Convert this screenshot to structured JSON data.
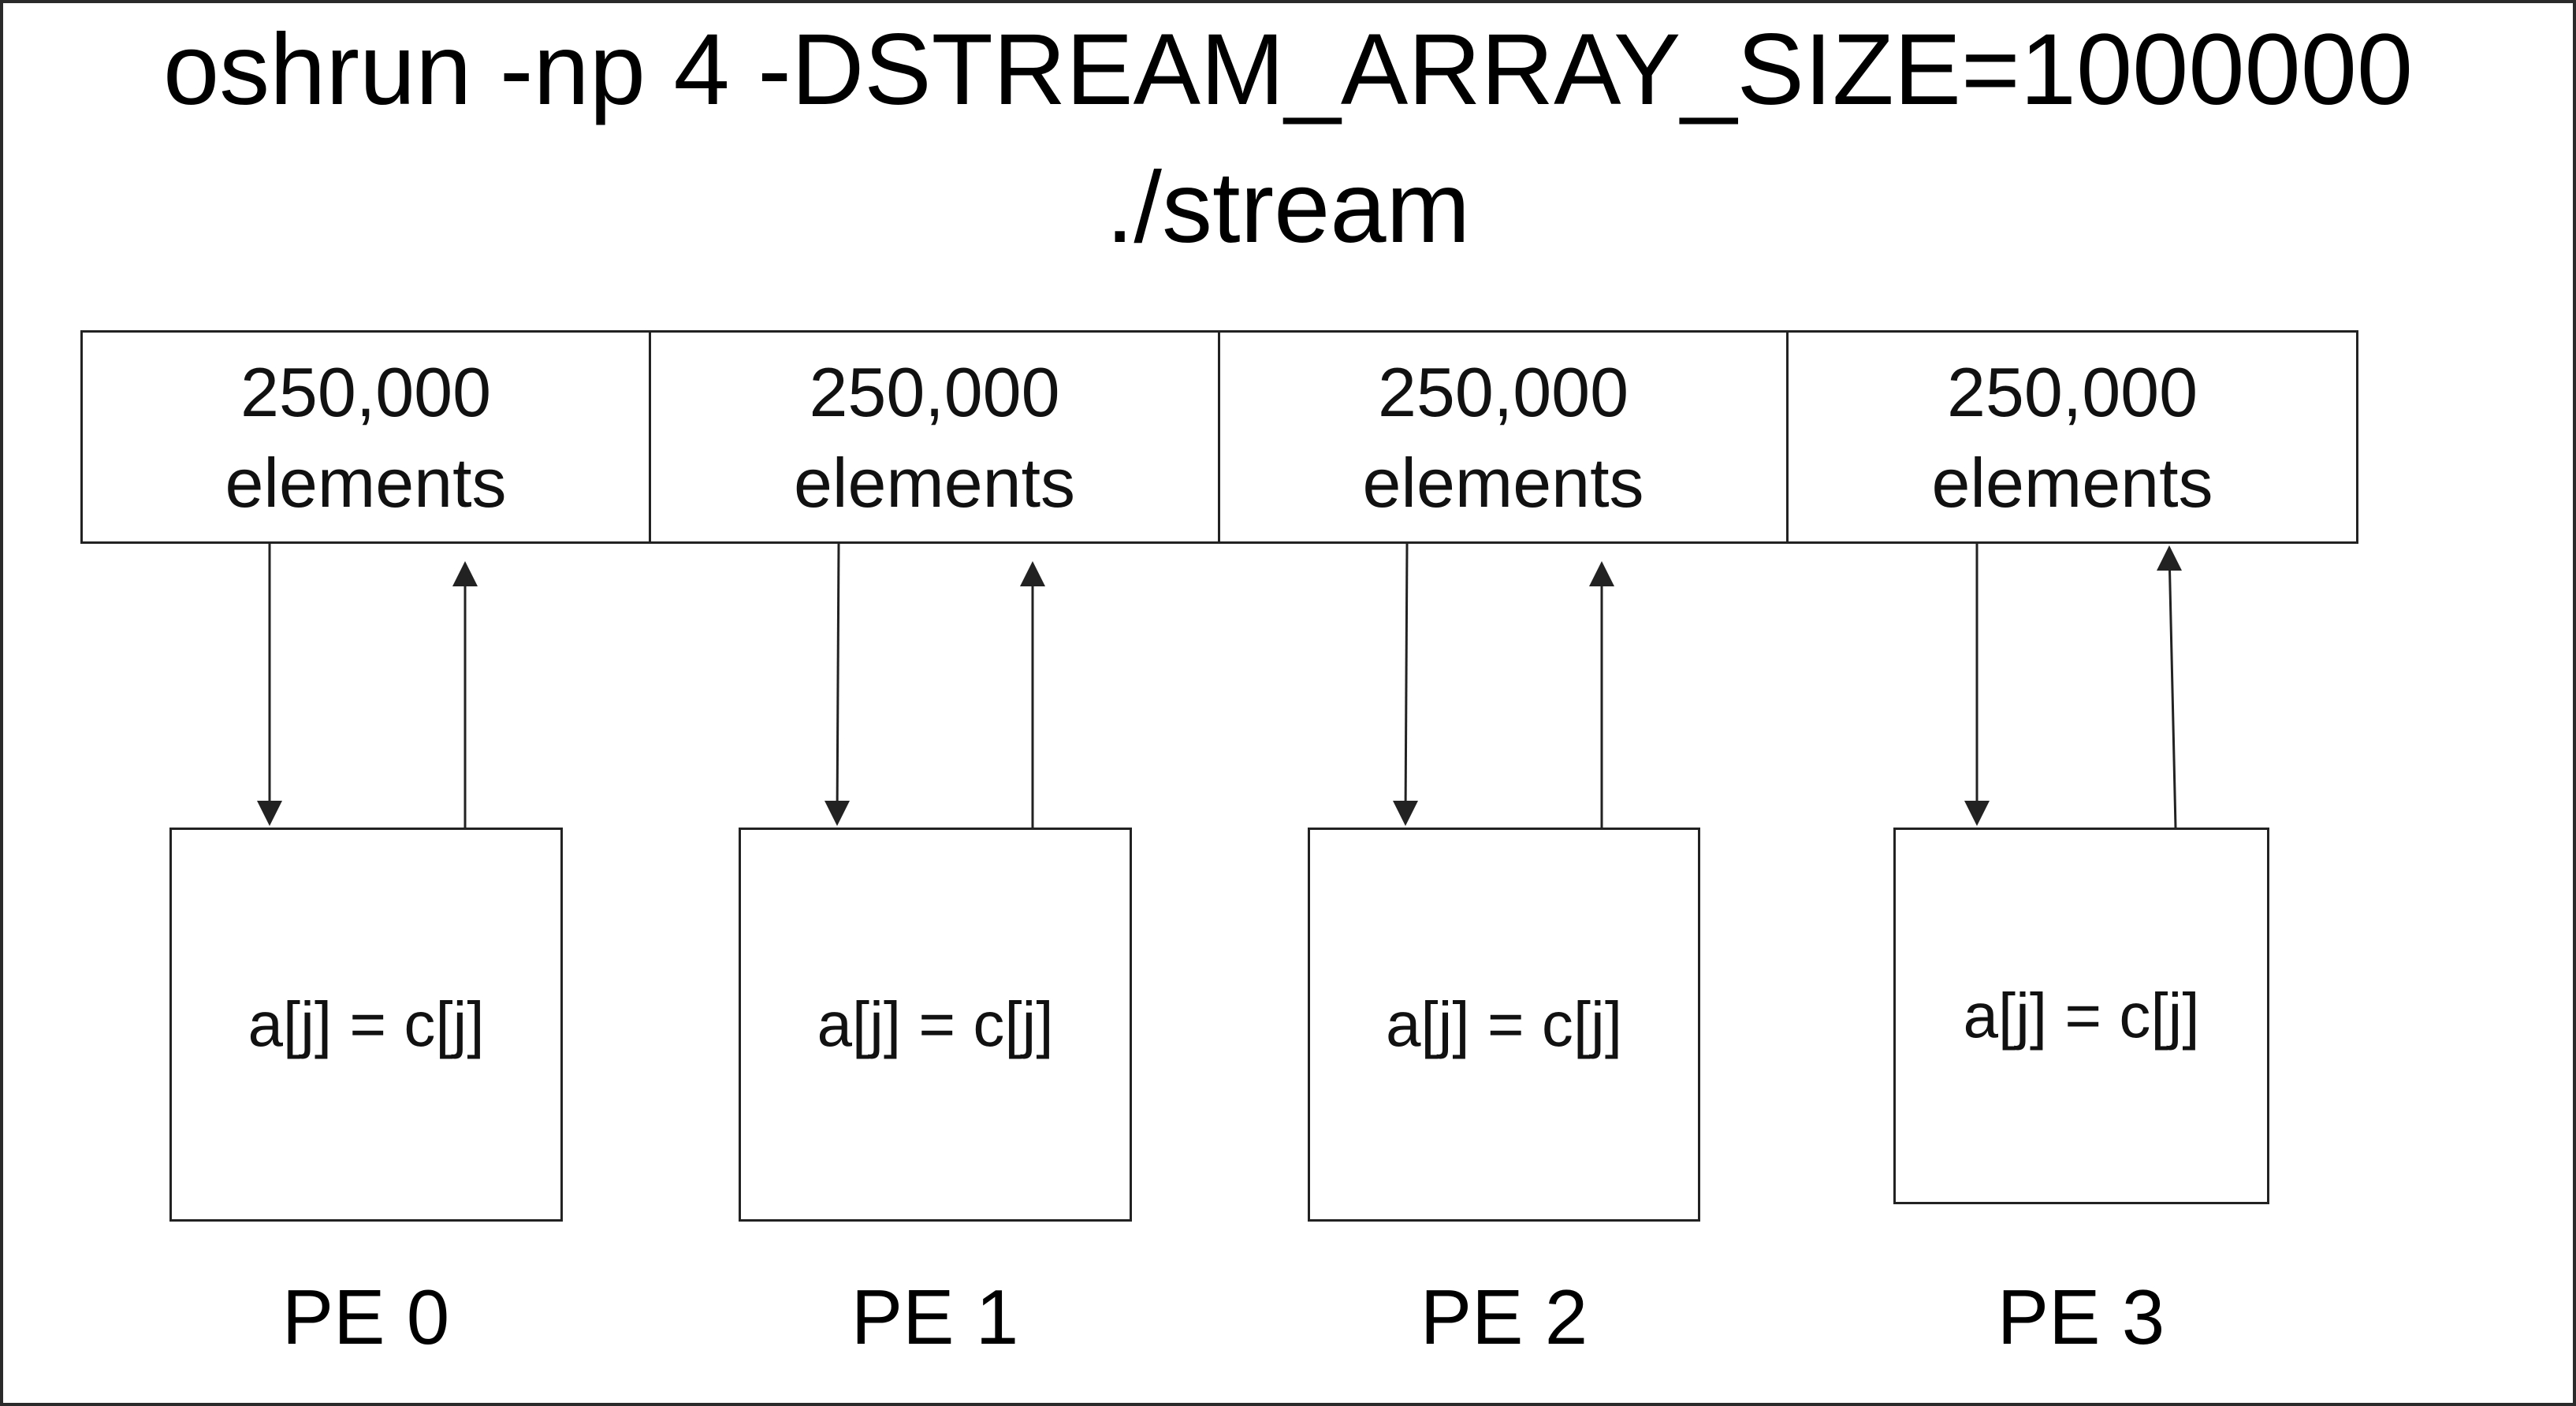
{
  "command": {
    "line1": "oshrun -np 4 -DSTREAM_ARRAY_SIZE=1000000",
    "line2": "./stream"
  },
  "array_segments": [
    {
      "count": "250,000",
      "unit": "elements"
    },
    {
      "count": "250,000",
      "unit": "elements"
    },
    {
      "count": "250,000",
      "unit": "elements"
    },
    {
      "count": "250,000",
      "unit": "elements"
    }
  ],
  "processing_elements": [
    {
      "operation": "a[j] = c[j]",
      "label": "PE 0"
    },
    {
      "operation": "a[j] = c[j]",
      "label": "PE 1"
    },
    {
      "operation": "a[j] = c[j]",
      "label": "PE 2"
    },
    {
      "operation": "a[j] = c[j]",
      "label": "PE 3"
    }
  ],
  "colors": {
    "line": "#222222",
    "text": "#111111",
    "background": "#ffffff"
  }
}
